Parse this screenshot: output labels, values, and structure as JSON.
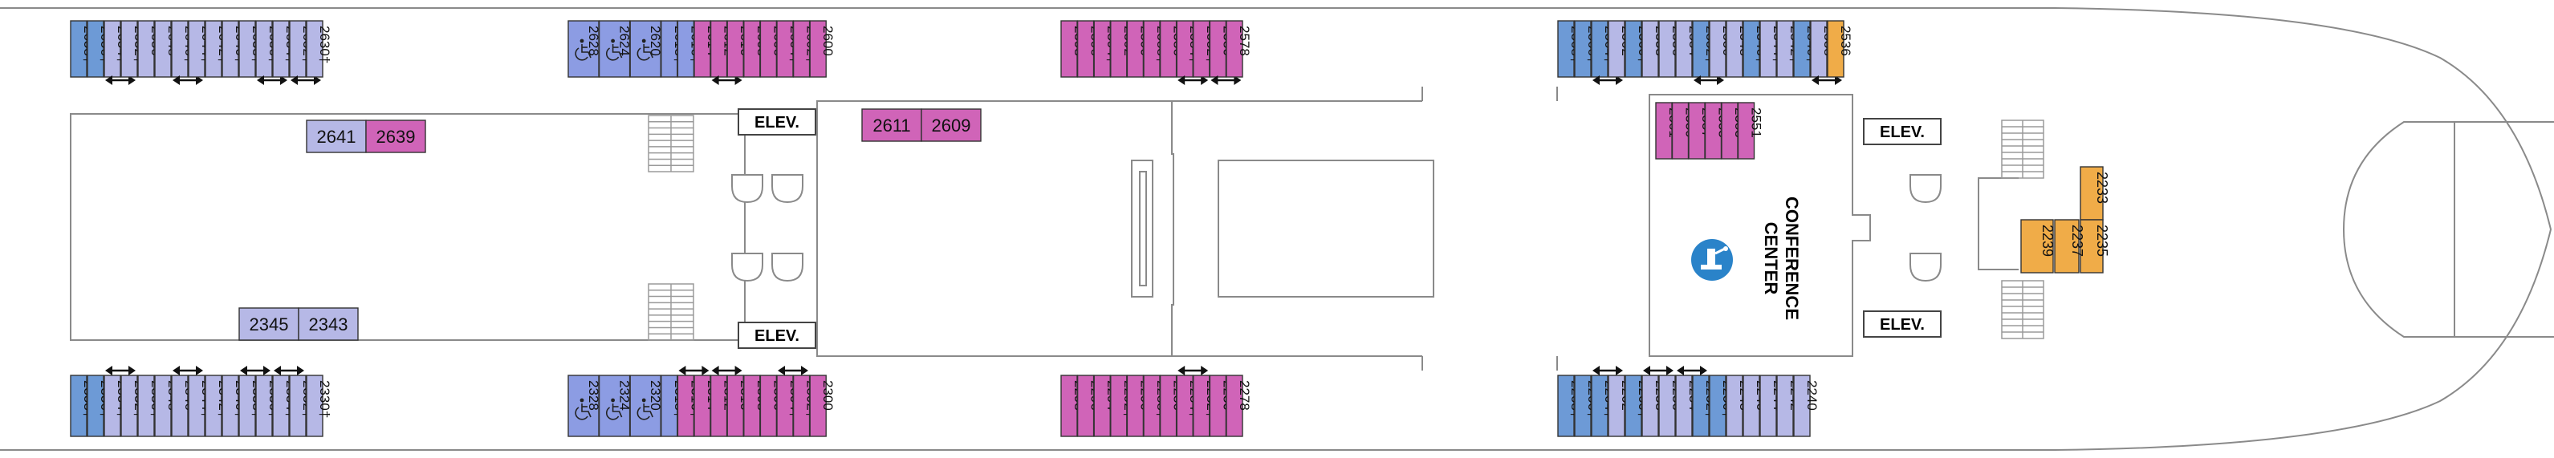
{
  "labels": {
    "elevator": "ELEV.",
    "conference_center_line1": "CONFERENCE",
    "conference_center_line2": "CENTER"
  },
  "icons": {
    "accessible": "wheelchair-icon",
    "connecting": "double-arrow-icon",
    "conference": "podium-icon"
  },
  "category_colors": {
    "blue": "#6d9ad6",
    "lavender": "#b6b8e6",
    "periwinkle": "#8c9ce3",
    "magenta": "#d064b8",
    "orange": "#f0ac48",
    "conference_icon": "#2a83c9"
  },
  "rows": {
    "top_aft": [
      {
        "n": "2658†",
        "c": "blue"
      },
      {
        "n": "2656†",
        "c": "blue"
      },
      {
        "n": "2654†",
        "c": "lavender",
        "conn": true
      },
      {
        "n": "2652†",
        "c": "lavender"
      },
      {
        "n": "2650",
        "c": "lavender"
      },
      {
        "n": "2648",
        "c": "lavender"
      },
      {
        "n": "2646†",
        "c": "lavender",
        "conn": true
      },
      {
        "n": "2644†",
        "c": "lavender"
      },
      {
        "n": "2642†",
        "c": "lavender"
      },
      {
        "n": "2640†",
        "c": "lavender"
      },
      {
        "n": "2638†",
        "c": "lavender"
      },
      {
        "n": "2636†",
        "c": "lavender",
        "conn": true
      },
      {
        "n": "2634†",
        "c": "lavender"
      },
      {
        "n": "2632†",
        "c": "lavender",
        "conn": true
      },
      {
        "n": "2630†",
        "c": "lavender"
      }
    ],
    "top_acc": [
      {
        "n": "2628",
        "c": "periwinkle",
        "acc": true
      },
      {
        "n": "2624",
        "c": "periwinkle",
        "acc": true
      },
      {
        "n": "2620",
        "c": "periwinkle",
        "acc": true
      },
      {
        "n": "2618†",
        "c": "periwinkle"
      },
      {
        "n": "2616†",
        "c": "periwinkle"
      },
      {
        "n": "2614",
        "c": "magenta"
      },
      {
        "n": "2612",
        "c": "magenta",
        "conn": true
      },
      {
        "n": "2610",
        "c": "magenta"
      },
      {
        "n": "2608",
        "c": "magenta"
      },
      {
        "n": "2606",
        "c": "magenta"
      },
      {
        "n": "2604†",
        "c": "magenta"
      },
      {
        "n": "2602†",
        "c": "magenta"
      },
      {
        "n": "2600",
        "c": "magenta"
      }
    ],
    "top_mid": [
      {
        "n": "2598",
        "c": "magenta"
      },
      {
        "n": "2596",
        "c": "magenta"
      },
      {
        "n": "2594†",
        "c": "magenta"
      },
      {
        "n": "2592",
        "c": "magenta"
      },
      {
        "n": "2590",
        "c": "magenta"
      },
      {
        "n": "2588†",
        "c": "magenta"
      },
      {
        "n": "2586",
        "c": "magenta"
      },
      {
        "n": "2584†",
        "c": "magenta",
        "conn": true
      },
      {
        "n": "2582†",
        "c": "magenta"
      },
      {
        "n": "2580",
        "c": "magenta",
        "conn": true
      },
      {
        "n": "2578",
        "c": "magenta"
      }
    ],
    "top_fwd": [
      {
        "n": "2568†",
        "c": "blue"
      },
      {
        "n": "2566†",
        "c": "blue"
      },
      {
        "n": "2564†",
        "c": "blue",
        "conn": true
      },
      {
        "n": "2562",
        "c": "lavender"
      },
      {
        "n": "2560†",
        "c": "blue"
      },
      {
        "n": "2558",
        "c": "lavender"
      },
      {
        "n": "2556",
        "c": "lavender"
      },
      {
        "n": "2554",
        "c": "lavender"
      },
      {
        "n": "2552†",
        "c": "blue",
        "conn": true
      },
      {
        "n": "2550",
        "c": "lavender"
      },
      {
        "n": "2548",
        "c": "lavender"
      },
      {
        "n": "2546†",
        "c": "blue"
      },
      {
        "n": "2544†",
        "c": "lavender"
      },
      {
        "n": "2542†",
        "c": "lavender"
      },
      {
        "n": "2540†",
        "c": "blue"
      },
      {
        "n": "2538",
        "c": "lavender",
        "conn": true
      },
      {
        "n": "2536",
        "c": "orange"
      }
    ],
    "bot_aft": [
      {
        "n": "2358†",
        "c": "blue"
      },
      {
        "n": "2356†",
        "c": "blue"
      },
      {
        "n": "2354†",
        "c": "lavender",
        "conn": true
      },
      {
        "n": "2352†",
        "c": "lavender"
      },
      {
        "n": "2350†",
        "c": "lavender"
      },
      {
        "n": "2348",
        "c": "lavender"
      },
      {
        "n": "2346",
        "c": "lavender",
        "conn": true
      },
      {
        "n": "2344†",
        "c": "lavender"
      },
      {
        "n": "2342†",
        "c": "lavender"
      },
      {
        "n": "2340†",
        "c": "lavender"
      },
      {
        "n": "2338†",
        "c": "lavender",
        "conn": true
      },
      {
        "n": "2336†",
        "c": "lavender"
      },
      {
        "n": "2334†",
        "c": "lavender",
        "conn": true
      },
      {
        "n": "2332†",
        "c": "lavender"
      },
      {
        "n": "2330†",
        "c": "lavender"
      }
    ],
    "bot_acc": [
      {
        "n": "2328",
        "c": "periwinkle",
        "acc": true
      },
      {
        "n": "2324",
        "c": "periwinkle",
        "acc": true
      },
      {
        "n": "2320",
        "c": "periwinkle",
        "acc": true
      },
      {
        "n": "2318†",
        "c": "periwinkle"
      },
      {
        "n": "2316†",
        "c": "magenta",
        "conn": true
      },
      {
        "n": "2314",
        "c": "magenta"
      },
      {
        "n": "2312",
        "c": "magenta",
        "conn": true
      },
      {
        "n": "2310",
        "c": "magenta"
      },
      {
        "n": "2308",
        "c": "magenta"
      },
      {
        "n": "2306",
        "c": "magenta"
      },
      {
        "n": "2304†",
        "c": "magenta",
        "conn": true
      },
      {
        "n": "2302†",
        "c": "magenta"
      },
      {
        "n": "2300",
        "c": "magenta"
      }
    ],
    "bot_mid": [
      {
        "n": "2298",
        "c": "magenta"
      },
      {
        "n": "2296",
        "c": "magenta"
      },
      {
        "n": "2294",
        "c": "magenta"
      },
      {
        "n": "2292†",
        "c": "magenta"
      },
      {
        "n": "2290",
        "c": "magenta"
      },
      {
        "n": "2288†",
        "c": "magenta"
      },
      {
        "n": "2286",
        "c": "magenta"
      },
      {
        "n": "2284†",
        "c": "magenta",
        "conn": true
      },
      {
        "n": "2282†",
        "c": "magenta"
      },
      {
        "n": "2280",
        "c": "magenta"
      },
      {
        "n": "2278",
        "c": "magenta"
      }
    ],
    "bot_fwd": [
      {
        "n": "2268†",
        "c": "blue"
      },
      {
        "n": "2266†",
        "c": "blue"
      },
      {
        "n": "2264†",
        "c": "blue",
        "conn": true
      },
      {
        "n": "2262",
        "c": "lavender"
      },
      {
        "n": "2260†",
        "c": "blue"
      },
      {
        "n": "2258",
        "c": "lavender",
        "conn": true
      },
      {
        "n": "2256",
        "c": "lavender"
      },
      {
        "n": "2254",
        "c": "lavender",
        "conn": true
      },
      {
        "n": "2252†",
        "c": "blue"
      },
      {
        "n": "2250†",
        "c": "blue"
      },
      {
        "n": "2248",
        "c": "lavender"
      },
      {
        "n": "2246",
        "c": "lavender"
      },
      {
        "n": "2244",
        "c": "lavender"
      },
      {
        "n": "2242",
        "c": "lavender"
      },
      {
        "n": "2240",
        "c": "lavender"
      }
    ],
    "conf_col": [
      {
        "n": "2561",
        "c": "magenta"
      },
      {
        "n": "2559",
        "c": "magenta"
      },
      {
        "n": "2557",
        "c": "magenta"
      },
      {
        "n": "2555",
        "c": "magenta"
      },
      {
        "n": "2553",
        "c": "magenta"
      },
      {
        "n": "2551",
        "c": "magenta"
      }
    ]
  },
  "inner_cabins": {
    "c2641": {
      "n": "2641",
      "c": "lavender"
    },
    "c2639": {
      "n": "2639",
      "c": "magenta"
    },
    "c2611": {
      "n": "2611",
      "c": "magenta"
    },
    "c2609": {
      "n": "2609",
      "c": "magenta"
    },
    "c2345": {
      "n": "2345",
      "c": "lavender"
    },
    "c2343": {
      "n": "2343",
      "c": "lavender"
    },
    "c2233": {
      "n": "2233",
      "c": "orange"
    },
    "c2235": {
      "n": "2235",
      "c": "orange"
    },
    "c2237": {
      "n": "2237",
      "c": "orange"
    },
    "c2239": {
      "n": "2239",
      "c": "orange"
    }
  }
}
